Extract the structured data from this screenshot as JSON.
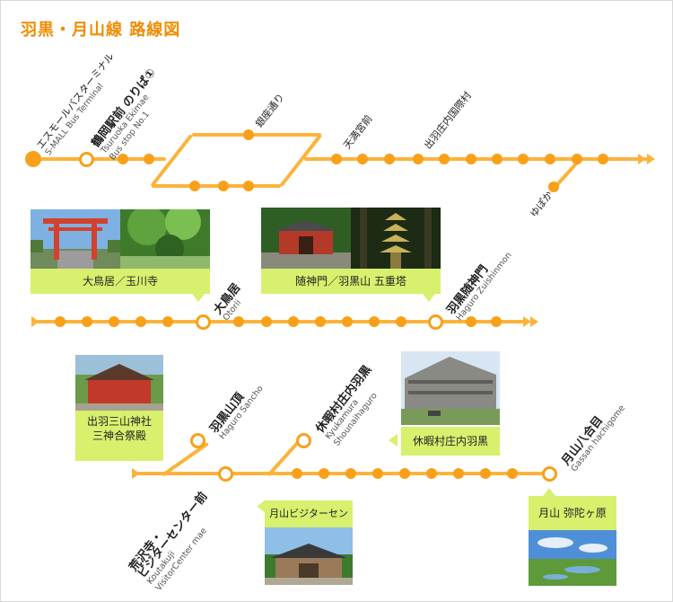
{
  "title": "羽黒・月山線 路線図",
  "colors": {
    "line": "#fbb33b",
    "station": "#f8a019",
    "caption_bg": "#d7f06e",
    "title": "#f08c00"
  },
  "stations": {
    "s_mall": {
      "jp": "エスモールバスターミナル",
      "en": "S-MALL Bus Terminal"
    },
    "tsuruoka": {
      "jp": "鶴岡駅前 のりば①",
      "en1": "Tsuruoka Ekimae",
      "en2": "Bus stop No.1"
    },
    "ginza": {
      "jp": "銀座通り"
    },
    "tenman": {
      "jp": "天満宮前"
    },
    "dewasho": {
      "jp": "出羽庄内国際村"
    },
    "yupoka": {
      "jp": "ゆぽか"
    },
    "otorii": {
      "jp": "大鳥居",
      "en": "Otorii"
    },
    "haguro_zuishinmon": {
      "jp": "羽黒随神門",
      "en": "Haguro Zuishinmon"
    },
    "haguro_sancho": {
      "jp": "羽黒山頂",
      "en": "Haguro Sancho"
    },
    "kyukamura": {
      "jp": "休暇村庄内羽黒",
      "en1": "Kyukamura",
      "en2": "Shounaihaguro"
    },
    "kotakuji": {
      "jp1": "荒沢寺・",
      "jp2": "ビジターセンター前",
      "en1": "Koutakuji",
      "en2": "VisitorCenter mae"
    },
    "gassan8": {
      "jp": "月山八合目",
      "en": "Gassan hachigome"
    }
  },
  "photos": {
    "otorii": {
      "caption": "大鳥居／玉川寺"
    },
    "zuishinmon": {
      "caption": "随神門／羽黒山 五重塔"
    },
    "sanjin": {
      "caption1": "出羽三山神社",
      "caption2": "三神合祭殿"
    },
    "kyukamura": {
      "caption": "休暇村庄内羽黒"
    },
    "visitor": {
      "caption": "月山ビジターセンター"
    },
    "midagahara": {
      "caption": "月山 弥陀ヶ原"
    }
  }
}
